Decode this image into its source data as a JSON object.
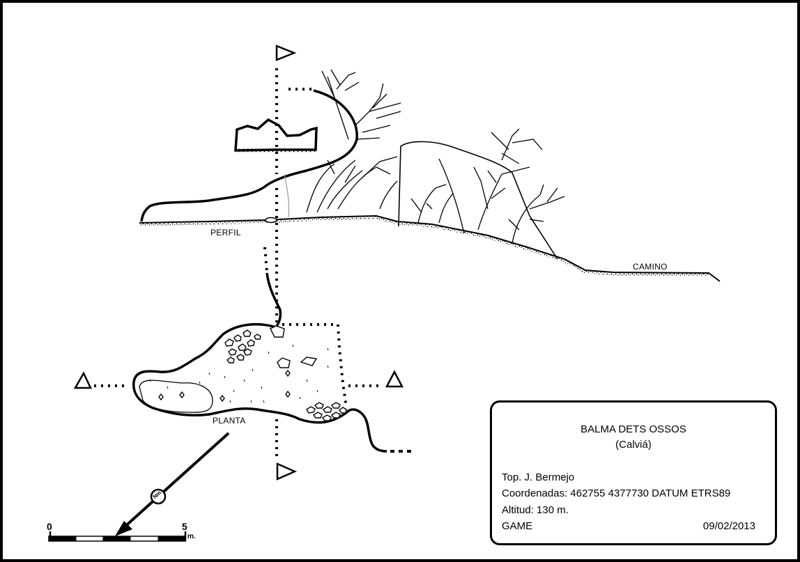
{
  "survey": {
    "title": "BALMA DETS OSSOS",
    "municipality": "(Calviá)",
    "topographer": "Top.  J. Bermejo",
    "coordinates": "Coordenadas: 462755 4377730 DATUM ETRS89",
    "altitude": "Altitud: 130 m.",
    "group": "GAME",
    "date": "09/02/2013"
  },
  "labels": {
    "profile": "PERFIL",
    "path": "CAMINO",
    "plan": "PLANTA"
  },
  "scale_bar": {
    "start": "0",
    "end": "5",
    "unit": "m."
  },
  "north_arrow": {
    "label": "Nm"
  },
  "colors": {
    "ink": "#000000",
    "paper": "#ffffff",
    "frame": "#000000"
  }
}
